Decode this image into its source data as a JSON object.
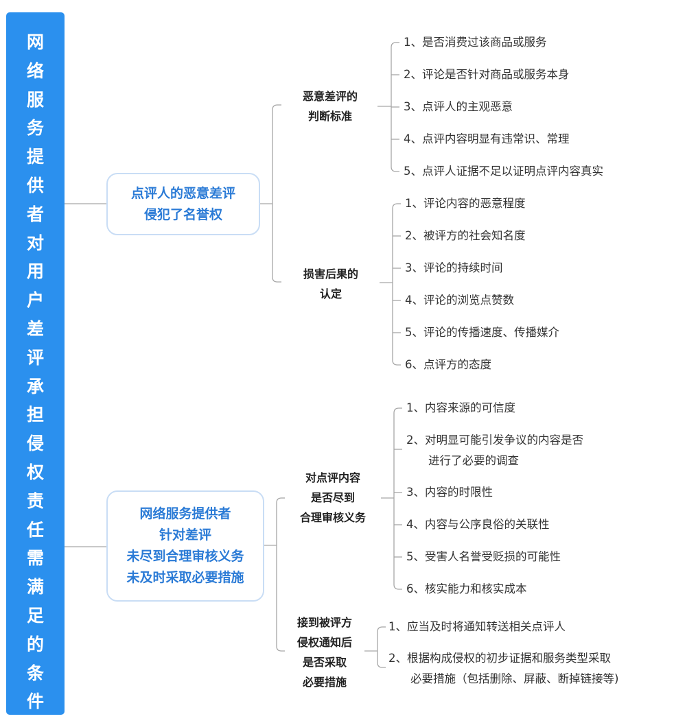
{
  "root": {
    "title": "网络服务提供者对用户差评承担侵权责任需满足的条件",
    "chars": [
      "网",
      "络",
      "服",
      "务",
      "提",
      "供",
      "者",
      "对",
      "用",
      "户",
      "差",
      "评",
      "承",
      "担",
      "侵",
      "权",
      "责",
      "任",
      "需",
      "满",
      "足",
      "的",
      "条",
      "件"
    ],
    "color": "#2b90ee"
  },
  "branches": [
    {
      "label_lines": [
        "点评人的恶意差评",
        "侵犯了名誉权"
      ],
      "children": [
        {
          "label_lines": [
            "恶意差评的",
            "判断标准"
          ],
          "items": [
            [
              "1、是否消费过该商品或服务"
            ],
            [
              "2、评论是否针对商品或服务本身"
            ],
            [
              "3、点评人的主观恶意"
            ],
            [
              "4、点评内容明显有违常识、常理"
            ],
            [
              "5、点评人证据不足以证明点评内容真实"
            ]
          ]
        },
        {
          "label_lines": [
            "损害后果的",
            "认定"
          ],
          "items": [
            [
              "1、评论内容的恶意程度"
            ],
            [
              "2、被评方的社会知名度"
            ],
            [
              "3、评论的持续时间"
            ],
            [
              "4、评论的浏览点赞数"
            ],
            [
              "5、评论的传播速度、传播媒介"
            ],
            [
              "6、点评方的态度"
            ]
          ]
        }
      ]
    },
    {
      "label_lines": [
        "网络服务提供者",
        "针对差评",
        "未尽到合理审核义务",
        "未及时采取必要措施"
      ],
      "children": [
        {
          "label_lines": [
            "对点评内容",
            "是否尽到",
            "合理审核义务"
          ],
          "items": [
            [
              "1、内容来源的可信度"
            ],
            [
              "2、对明显可能引发争议的内容是否",
              "进行了必要的调查"
            ],
            [
              "3、内容的时限性"
            ],
            [
              "4、内容与公序良俗的关联性"
            ],
            [
              "5、受害人名誉受贬损的可能性"
            ],
            [
              "6、核实能力和核实成本"
            ]
          ]
        },
        {
          "label_lines": [
            "接到被评方",
            "侵权通知后",
            "是否采取",
            "必要措施"
          ],
          "items": [
            [
              "1、应当及时将通知转送相关点评人"
            ],
            [
              "2、根据构成侵权的初步证据和服务类型采取",
              "必要措施（包括删除、屏蔽、断掉链接等)"
            ]
          ]
        }
      ]
    }
  ],
  "colors": {
    "branch_text": "#2b7bd6",
    "branch_border": "#c9ddf5",
    "connector": "#a6a6a6"
  }
}
